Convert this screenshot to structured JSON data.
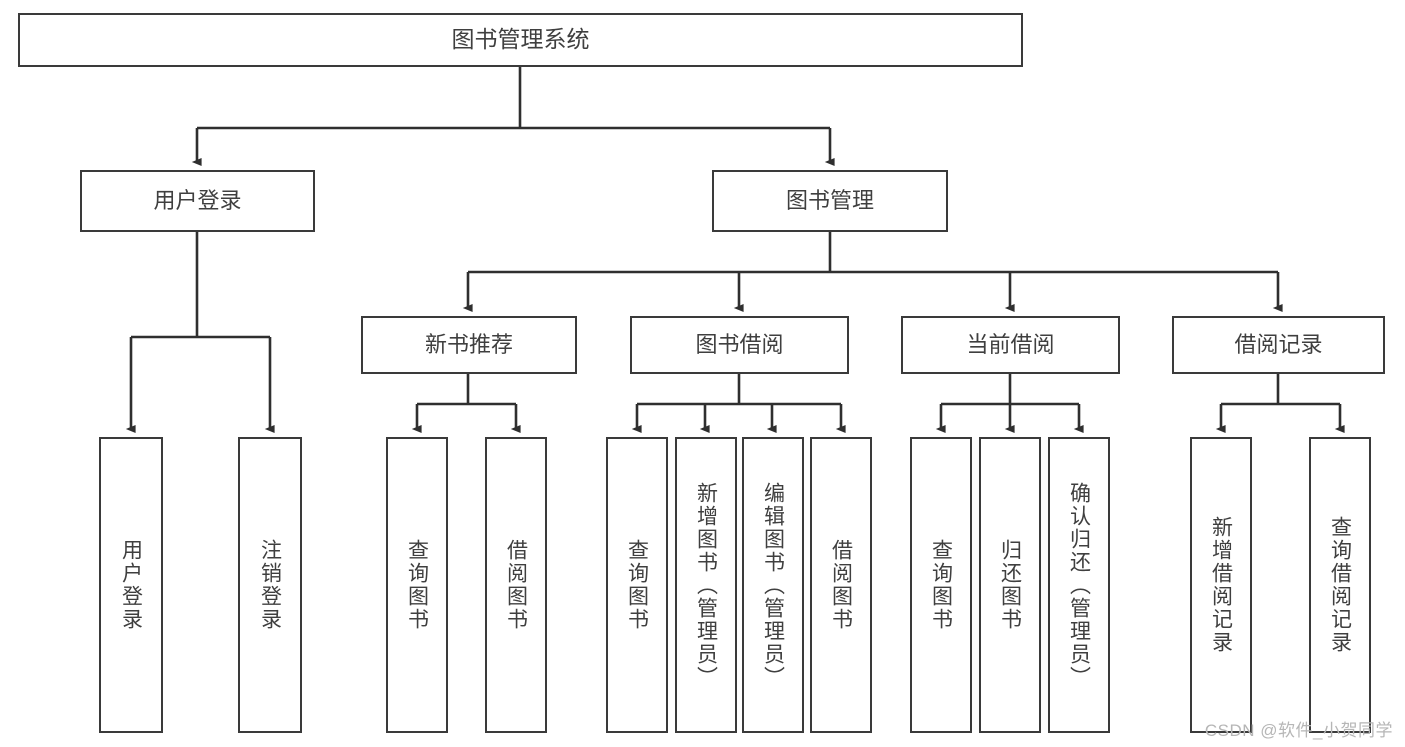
{
  "diagram": {
    "title": "图书管理系统",
    "type": "tree",
    "watermark": "CSDN @软件_小贺同学",
    "colors": {
      "background": "#ffffff",
      "box_border": "#3a3a3a",
      "box_fill": "#ffffff",
      "text": "#3f3f3f",
      "connector": "#2f2f2f",
      "watermark": "#b6b6b6"
    },
    "root": {
      "id": "root",
      "label": "图书管理系统"
    },
    "level2": [
      {
        "id": "user-login",
        "label": "用户登录"
      },
      {
        "id": "book-management",
        "label": "图书管理"
      }
    ],
    "level3": [
      {
        "id": "new-book-recommend",
        "label": "新书推荐",
        "parent": "book-management"
      },
      {
        "id": "book-borrow",
        "label": "图书借阅",
        "parent": "book-management"
      },
      {
        "id": "current-borrow",
        "label": "当前借阅",
        "parent": "book-management"
      },
      {
        "id": "borrow-record",
        "label": "借阅记录",
        "parent": "book-management"
      }
    ],
    "leaves": [
      {
        "id": "leaf-user-login",
        "label": "用户登录",
        "parent": "user-login"
      },
      {
        "id": "leaf-logout-login",
        "label": "注销登录",
        "parent": "user-login"
      },
      {
        "id": "leaf-query-book-1",
        "label": "查询图书",
        "parent": "new-book-recommend"
      },
      {
        "id": "leaf-borrow-book-1",
        "label": "借阅图书",
        "parent": "new-book-recommend"
      },
      {
        "id": "leaf-query-book-2",
        "label": "查询图书",
        "parent": "book-borrow"
      },
      {
        "id": "leaf-add-book",
        "label": "新增图书（管理员）",
        "parent": "book-borrow"
      },
      {
        "id": "leaf-edit-book",
        "label": "编辑图书（管理员）",
        "parent": "book-borrow"
      },
      {
        "id": "leaf-borrow-book-2",
        "label": "借阅图书",
        "parent": "book-borrow"
      },
      {
        "id": "leaf-query-book-3",
        "label": "查询图书",
        "parent": "current-borrow"
      },
      {
        "id": "leaf-return-book",
        "label": "归还图书",
        "parent": "current-borrow"
      },
      {
        "id": "leaf-confirm-return",
        "label": "确认归还（管理员）",
        "parent": "current-borrow"
      },
      {
        "id": "leaf-add-borrow-record",
        "label": "新增借阅记录",
        "parent": "borrow-record"
      },
      {
        "id": "leaf-query-borrow-record",
        "label": "查询借阅记录",
        "parent": "borrow-record"
      }
    ]
  }
}
